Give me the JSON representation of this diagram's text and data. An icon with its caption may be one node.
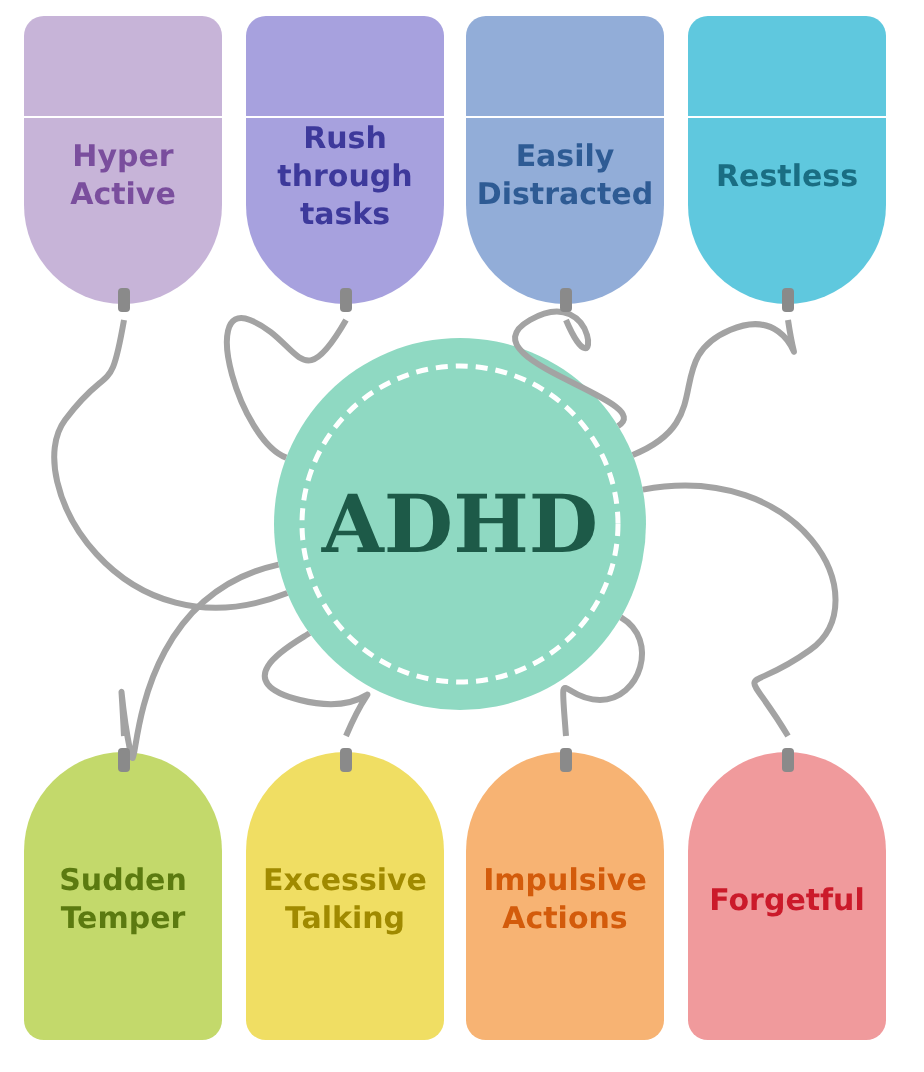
{
  "diagram": {
    "nodes": [
      {
        "text": [
          "Hyper Active"
        ]
      },
      {
        "text": [
          "Rush through tasks"
        ]
      },
      {
        "text": [
          "Easily Distracted"
        ]
      },
      {
        "text": [
          "Restless"
        ]
      },
      {
        "text": [
          "ADHD"
        ]
      },
      {
        "text": [
          "Sudden Temper"
        ]
      },
      {
        "text": [
          "Excessive Talking"
        ]
      },
      {
        "text": [
          "Impulsive Actions"
        ]
      },
      {
        "text": [
          "Forgetful"
        ]
      }
    ],
    "edges": [
      {
        "from": 4,
        "to": 0,
        "arrow": "none"
      },
      {
        "from": 4,
        "to": 1,
        "arrow": "none"
      },
      {
        "from": 4,
        "to": 2,
        "arrow": "none"
      },
      {
        "from": 4,
        "to": 3,
        "arrow": "none"
      },
      {
        "from": 4,
        "to": 5,
        "arrow": "none"
      },
      {
        "from": 4,
        "to": 6,
        "arrow": "none"
      },
      {
        "from": 4,
        "to": 7,
        "arrow": "none"
      },
      {
        "from": 4,
        "to": 8,
        "arrow": "none"
      }
    ]
  }
}
